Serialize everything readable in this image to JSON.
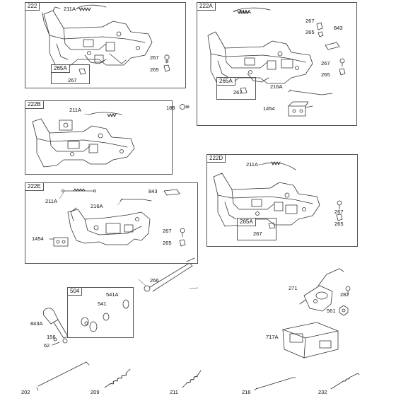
{
  "panels": {
    "p222": {
      "tag": "222"
    },
    "p222A": {
      "tag": "222A"
    },
    "p222B": {
      "tag": "222B"
    },
    "p222D": {
      "tag": "222D"
    },
    "p222E": {
      "tag": "222E"
    },
    "p504": {
      "tag": "504"
    }
  },
  "sub_tags": {
    "s265A_222": "265A",
    "s265A_222A": "265A",
    "s265A_222D": "265A"
  },
  "callouts": {
    "c211A_222": "211A",
    "c267_222": "267",
    "c265_222": "265",
    "c267_222s": "267",
    "c211A_222A": "211A",
    "c267_222A_top": "267",
    "c265_222A_top": "265",
    "c843_222A": "843",
    "c267_222A": "267",
    "c265_222A": "265",
    "c267_222As": "267",
    "c216A_222A": "216A",
    "c1454_222A": "1454",
    "c211A_222B": "211A",
    "c188": "188",
    "c211A_222D": "211A",
    "c267_222D": "267",
    "c265_222D": "265",
    "c267_222Ds": "267",
    "c843_222E": "843",
    "c211A_222E": "211A",
    "c216A_222E": "216A",
    "c1454_222E": "1454",
    "c267_222E": "267",
    "c265_222E": "265",
    "c266": "266",
    "c541A": "541A",
    "c541": "541",
    "c843A": "843A",
    "c156": "156",
    "c62": "62",
    "c271": "271",
    "c282": "282",
    "c561": "561",
    "c717A": "717A",
    "c202": "202",
    "c209": "209",
    "c211": "211",
    "c216": "216",
    "c232": "232"
  }
}
